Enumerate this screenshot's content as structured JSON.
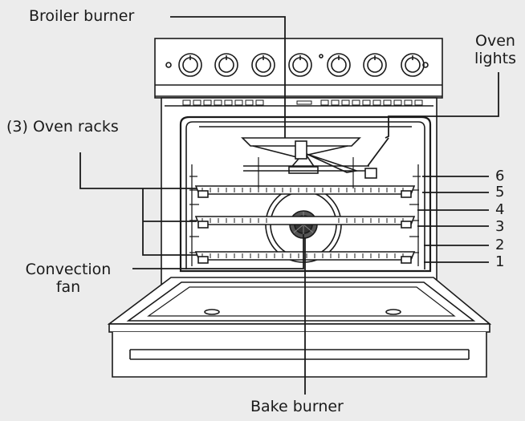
{
  "labels": {
    "broiler": "Broiler burner",
    "oven_lights_1": "Oven",
    "oven_lights_2": "lights",
    "racks": "(3) Oven racks",
    "convection_1": "Convection",
    "convection_2": "fan",
    "bake": "Bake burner"
  },
  "rack_positions": [
    "6",
    "5",
    "4",
    "3",
    "2",
    "1"
  ],
  "colors": {
    "line": "#1a1a1a",
    "background": "#ececec",
    "appliance_fill": "#ffffff"
  }
}
